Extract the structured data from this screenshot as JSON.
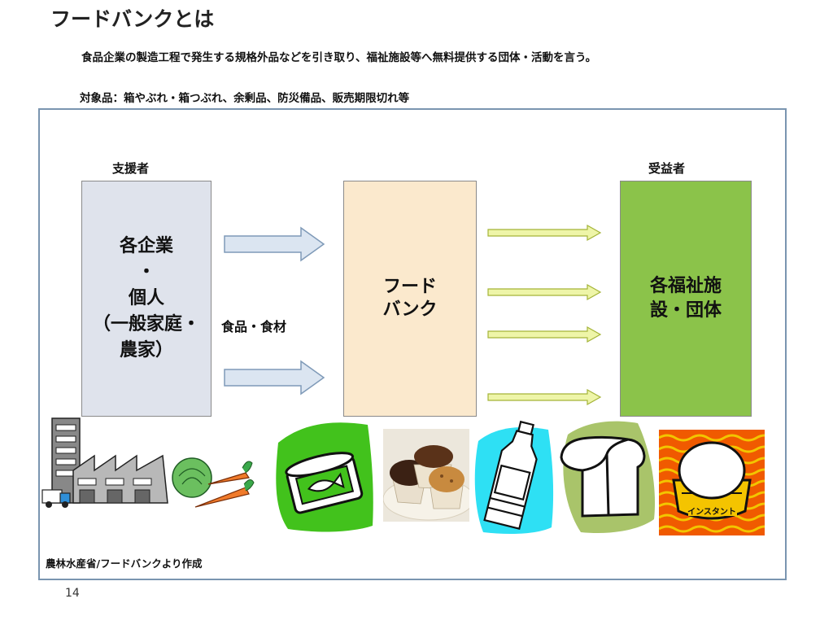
{
  "title": "フードバンクとは",
  "description": "食品企業の製造工程で発生する規格外品などを引き取り、福祉施設等へ無料提供する団体・活動を言う。",
  "targets": "対象品：箱やぶれ・箱つぶれ、余剰品、防災備品、販売期限切れ等",
  "diagram": {
    "supporter_header": "支援者",
    "beneficiary_header": "受益者",
    "supporter_box": "各企業\n・\n個人\n（一般家庭・\n農家）",
    "foodbank_box": "フード\nバンク",
    "beneficiary_box": "各福祉施\n設・団体",
    "flow_label": "食品・食材"
  },
  "instant_label": "インスタント",
  "source": "農林水産省/フードバンクより作成",
  "page_number": "14",
  "colors": {
    "supporter_fill": "#dfe3ec",
    "foodbank_fill": "#fbe9cd",
    "beneficiary_fill": "#8bc34a",
    "frame_border": "#7a95b0"
  },
  "icons": [
    "factory-icon",
    "vegetables-icon",
    "canned-fish-icon",
    "muffins-photo",
    "water-bottle-icon",
    "bread-icon",
    "instant-noodles-icon"
  ]
}
